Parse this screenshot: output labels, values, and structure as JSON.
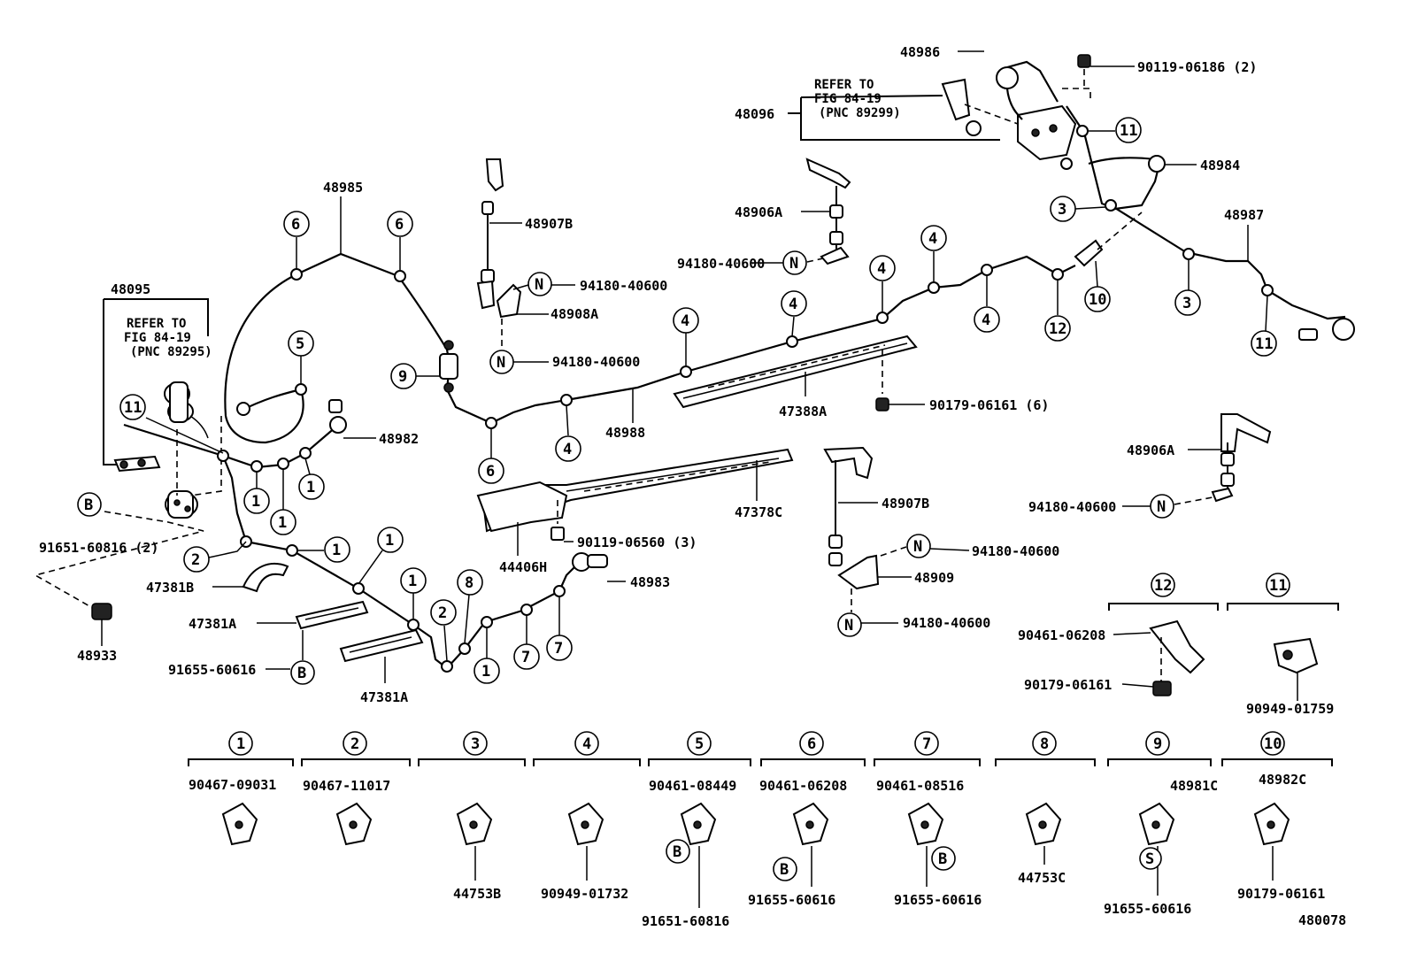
{
  "diagram_id": "480078",
  "refer_notes": [
    {
      "line1": "REFER TO",
      "line2": "FIG 84-19",
      "line3": "(PNC 89295)"
    },
    {
      "line1": "REFER TO",
      "line2": "FIG 84-19",
      "line3": "(PNC 89299)"
    }
  ],
  "part_numbers": {
    "p48985": "48985",
    "p48095": "48095",
    "p48982": "48982",
    "p91651_2": "91651-60816 (2)",
    "p47381B": "47381B",
    "p47381A_1": "47381A",
    "p47381A_2": "47381A",
    "p91655": "91655-60616",
    "p48933": "48933",
    "p48907B_1": "48907B",
    "p94180_a": "94180-40600",
    "p48908A": "48908A",
    "p94180_b": "94180-40600",
    "p48988": "48988",
    "p47388A": "47388A",
    "p90179_6": "90179-06161 (6)",
    "p47378C": "47378C",
    "p44406H": "44406H",
    "p90119_3": "90119-06560 (3)",
    "p48983": "48983",
    "p48906A_1": "48906A",
    "p94180_c": "94180-40600",
    "p48986": "48986",
    "p48096": "48096",
    "p90119_2": "90119-06186 (2)",
    "p48984": "48984",
    "p48987": "48987",
    "p48906A_2": "48906A",
    "p94180_d": "94180-40600",
    "p48907B_2": "48907B",
    "p94180_e": "94180-40600",
    "p48909": "48909",
    "p94180_f": "94180-40600",
    "p90461_06208_r": "90461-06208",
    "p90179_r": "90179-06161",
    "p90949_01759": "90949-01759"
  },
  "callouts": {
    "c1": "1",
    "c2": "2",
    "c3": "3",
    "c4": "4",
    "c5": "5",
    "c6": "6",
    "c7": "7",
    "c8": "8",
    "c9": "9",
    "c10": "10",
    "c11": "11",
    "c12": "12",
    "N": "N",
    "B": "B",
    "S": "S"
  },
  "legend": [
    {
      "num": "1",
      "top": "90467-09031",
      "bottom": ""
    },
    {
      "num": "2",
      "top": "90467-11017",
      "bottom": ""
    },
    {
      "num": "3",
      "top": "",
      "bottom": "44753B"
    },
    {
      "num": "4",
      "top": "",
      "bottom": "90949-01732"
    },
    {
      "num": "5",
      "top": "90461-08449",
      "bottom": "91651-60816"
    },
    {
      "num": "6",
      "top": "90461-06208",
      "bottom": "91655-60616"
    },
    {
      "num": "7",
      "top": "90461-08516",
      "bottom": "91655-60616"
    },
    {
      "num": "8",
      "top": "",
      "bottom": "44753C"
    },
    {
      "num": "9",
      "top": "48981C",
      "bottom": "91655-60616"
    },
    {
      "num": "10",
      "top": "48982C",
      "bottom": "90179-06161"
    }
  ]
}
